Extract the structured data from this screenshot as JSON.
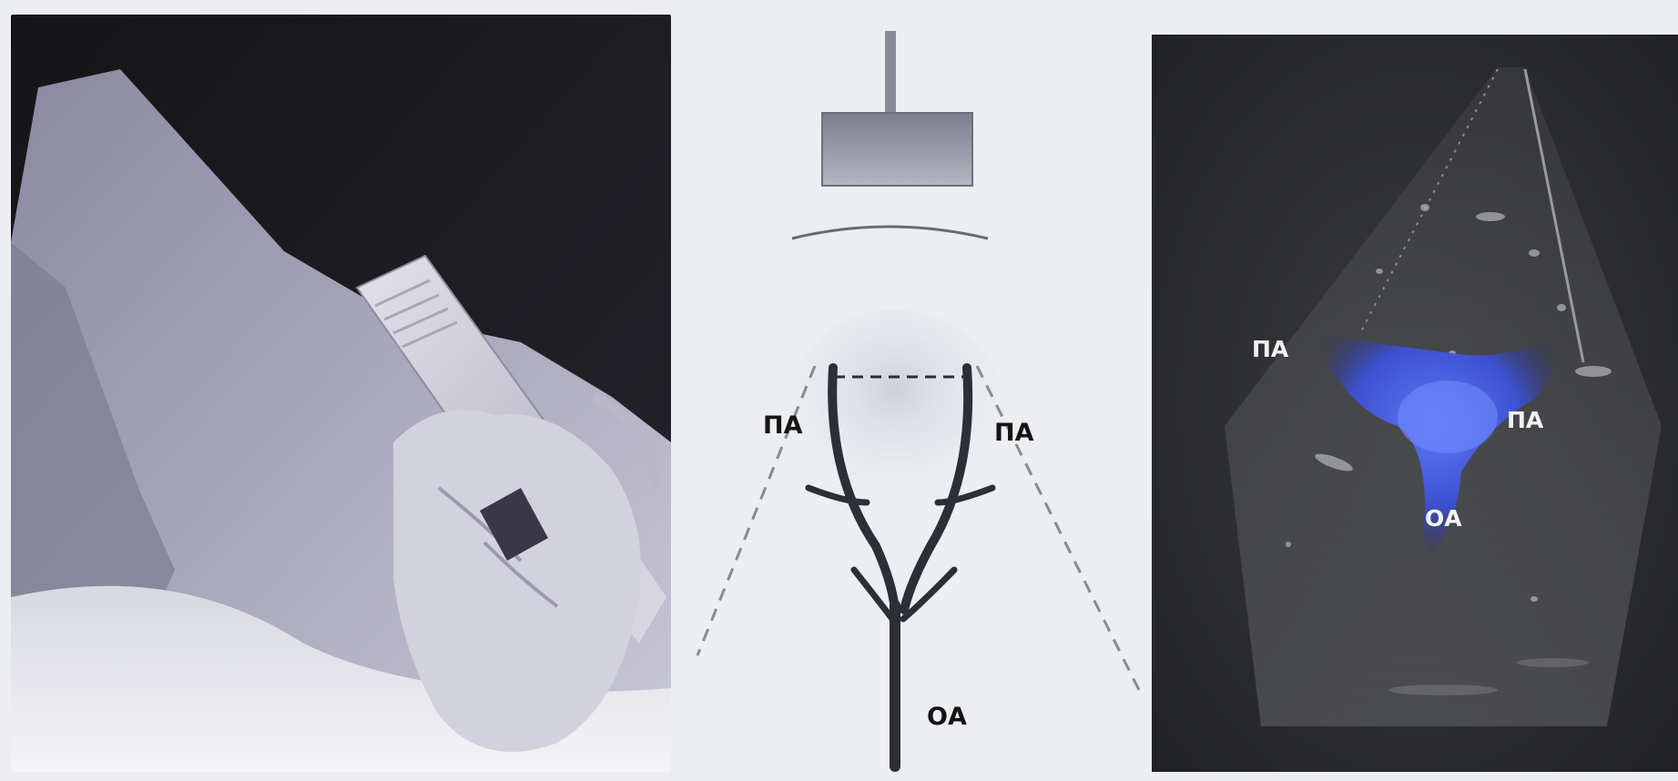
{
  "schematic": {
    "left_atrium_label": "ПА",
    "right_atrium_label": "ПА",
    "aorta_label": "ОА"
  },
  "ultrasound": {
    "left_label": "ПА",
    "right_label": "ПА",
    "bottom_label": "ОА"
  }
}
